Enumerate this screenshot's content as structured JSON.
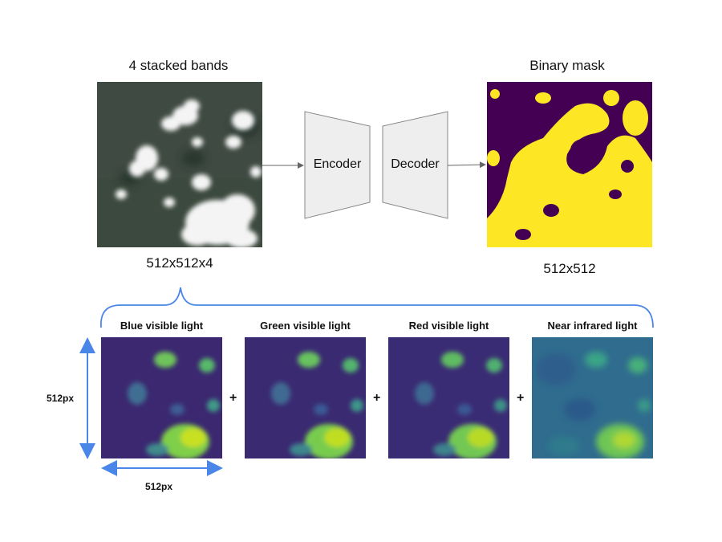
{
  "input": {
    "title": "4 stacked bands",
    "dims": "512x512x4"
  },
  "model": {
    "encoder_label": "Encoder",
    "decoder_label": "Decoder"
  },
  "output": {
    "title": "Binary mask",
    "dims": "512x512"
  },
  "bands": [
    {
      "label": "Blue visible light"
    },
    {
      "label": "Green visible light"
    },
    {
      "label": "Red visible light"
    },
    {
      "label": "Near infrared light"
    }
  ],
  "axis": {
    "height_label": "512px",
    "width_label": "512px"
  },
  "operator": "+",
  "colors": {
    "arrow_blue": "#4a86e8",
    "block_fill": "#eeeeee",
    "block_stroke": "#888888",
    "mask_yellow": "#fde725",
    "mask_purple": "#440154",
    "band_dark": "#3b2870",
    "band_light": "#c8e020"
  }
}
